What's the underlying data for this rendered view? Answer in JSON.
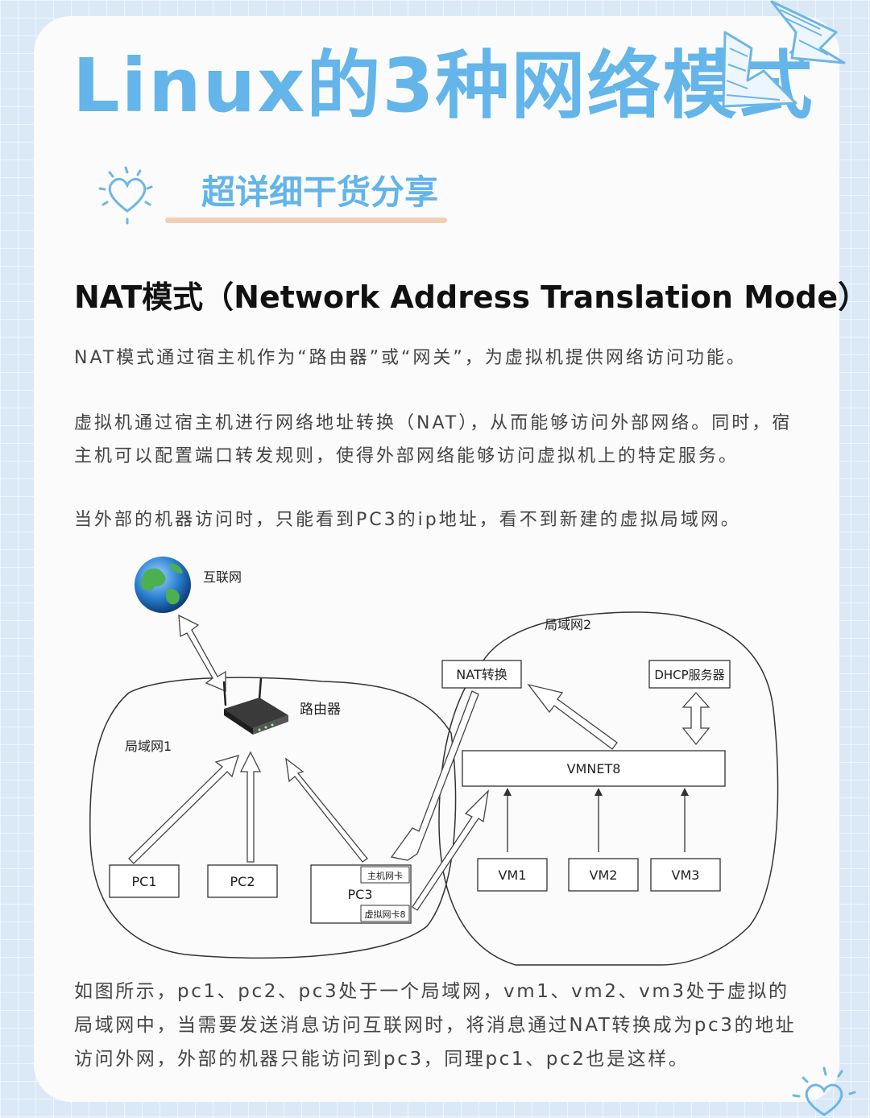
{
  "title": "Linux的3种网络模式",
  "subtitle": "超详细干货分享",
  "heading": "NAT模式（Network Address Translation Mode）",
  "paragraphs": [
    "NAT模式通过宿主机作为“路由器”或“网关”，为虚拟机提供网络访问功能。",
    "虚拟机通过宿主机进行网络地址转换（NAT），从而能够访问外部网络。同时，宿主机可以配置端口转发规则，使得外部网络能够访问虚拟机上的特定服务。",
    "当外部的机器访问时，只能看到PC3的ip地址，看不到新建的虚拟局域网。",
    "如图所示，pc1、pc2、pc3处于一个局域网，vm1、vm2、vm3处于虚拟的局域网中，当需要发送消息访问互联网时，将消息通过NAT转换成为pc3的地址访问外网，外部的机器只能访问到pc3，同理pc1、pc2也是这样。"
  ],
  "diagram": {
    "internet": "互联网",
    "router": "路由器",
    "lan1": "局域网1",
    "lan2": "局域网2",
    "pc1": "PC1",
    "pc2": "PC2",
    "pc3": "PC3",
    "host_nic": "主机网卡",
    "virtual_nic": "虚拟网卡8",
    "nat": "NAT转换",
    "dhcp": "DHCP服务器",
    "vmnet8": "VMNET8",
    "vm1": "VM1",
    "vm2": "VM2",
    "vm3": "VM3"
  },
  "colors": {
    "title": "#63b5ea",
    "subtitle_underline": "#f1cfb6",
    "background": "#dbe9f7"
  },
  "icons": [
    "paper-plane-icon",
    "heart-icon",
    "globe-icon",
    "router-icon"
  ]
}
